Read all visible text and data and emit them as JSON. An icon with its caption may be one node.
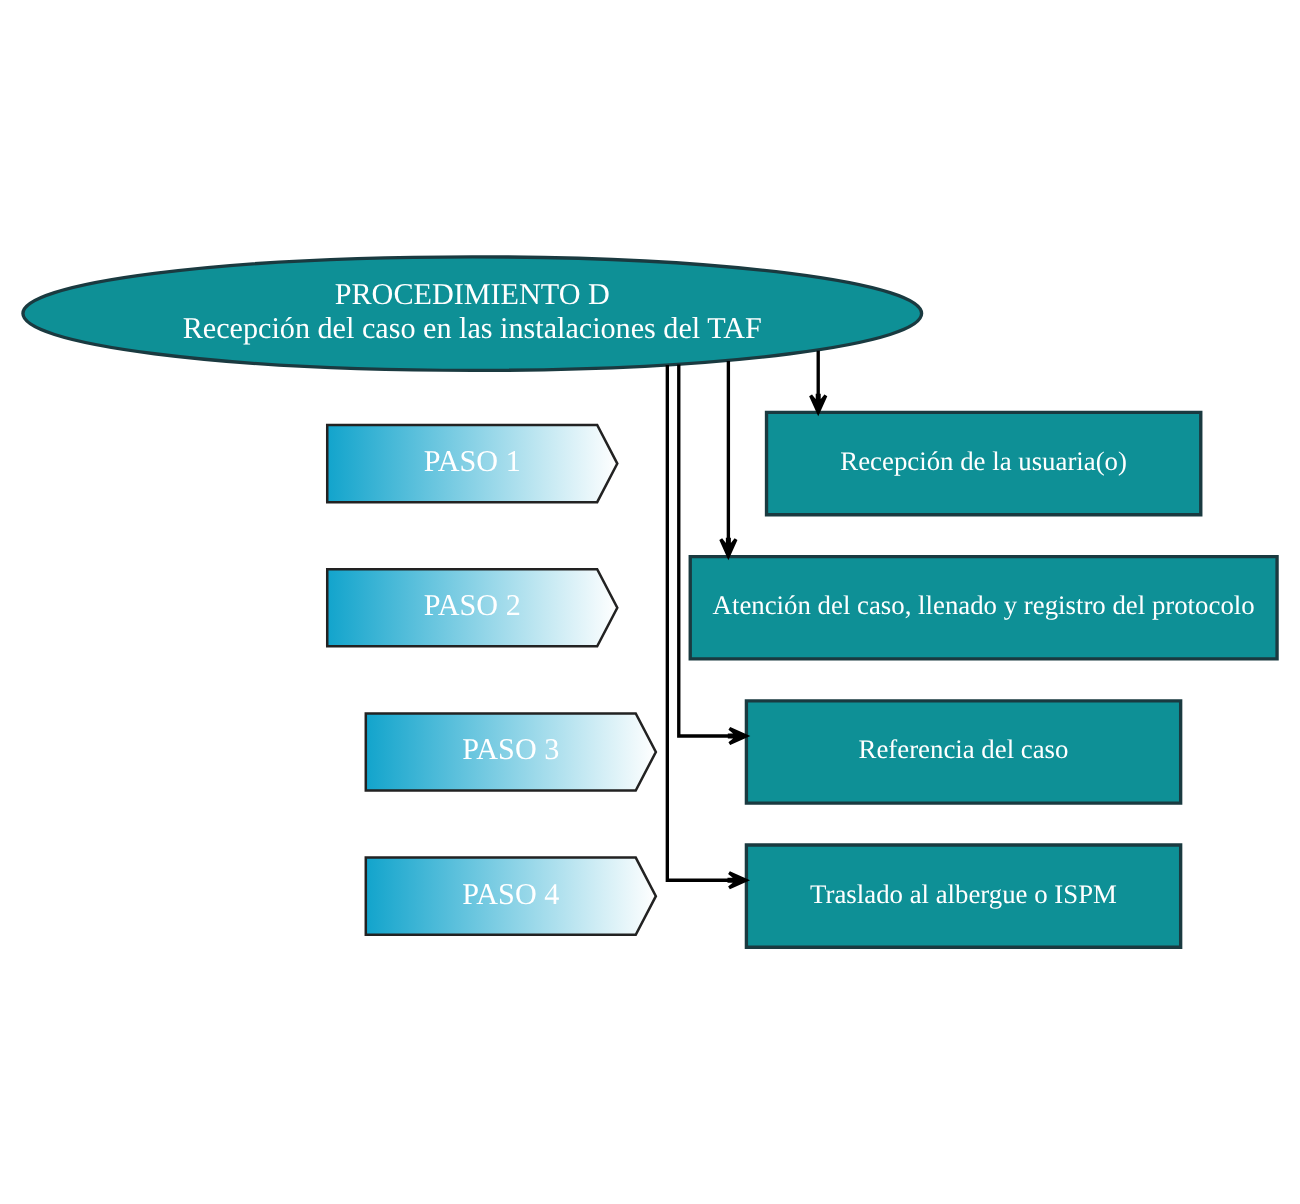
{
  "diagram": {
    "nodes": [
      {
        "text": [
          "PROCEDIMIENTO D",
          "Recepción del caso en las instalaciones del TAF"
        ]
      },
      {
        "text": [
          "PASO 1"
        ]
      },
      {
        "text": [
          "Recepción de la usuaria(o)"
        ]
      },
      {
        "text": [
          "PASO 2"
        ]
      },
      {
        "text": [
          "Atención del caso, llenado y registro del protocolo"
        ]
      },
      {
        "text": [
          "PASO 3"
        ]
      },
      {
        "text": [
          "Referencia del caso"
        ]
      },
      {
        "text": [
          "PASO 4"
        ]
      },
      {
        "text": [
          "Traslado al albergue o ISPM"
        ]
      }
    ],
    "edges": [
      {
        "from": 0,
        "to": 2,
        "arrow": "to"
      },
      {
        "from": 0,
        "to": 4,
        "arrow": "to"
      },
      {
        "from": 0,
        "to": 6,
        "arrow": "to"
      },
      {
        "from": 0,
        "to": 8,
        "arrow": "to"
      }
    ]
  }
}
